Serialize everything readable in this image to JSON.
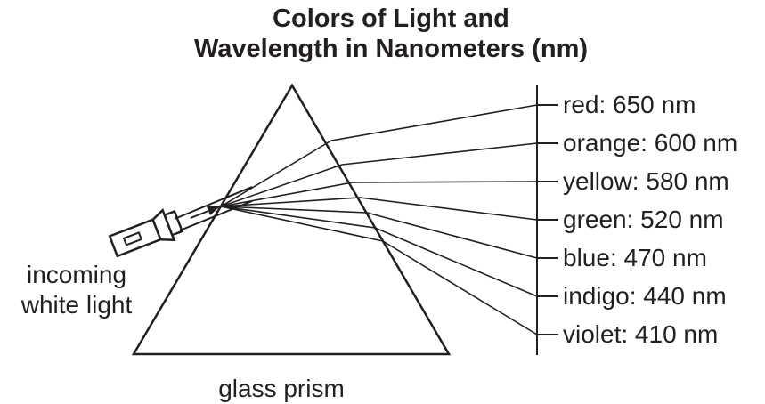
{
  "title": {
    "line1": "Colors of Light and",
    "line2": "Wavelength in Nanometers (nm)"
  },
  "incoming_label": {
    "line1": "incoming",
    "line2": "white light"
  },
  "prism_label": "glass prism",
  "colors": [
    {
      "label": "red: 650 nm"
    },
    {
      "label": "orange: 600 nm"
    },
    {
      "label": "yellow: 580 nm"
    },
    {
      "label": "green: 520 nm"
    },
    {
      "label": "blue: 470 nm"
    },
    {
      "label": "indigo: 440 nm"
    },
    {
      "label": "violet: 410 nm"
    }
  ],
  "stroke_color": "#231f20"
}
